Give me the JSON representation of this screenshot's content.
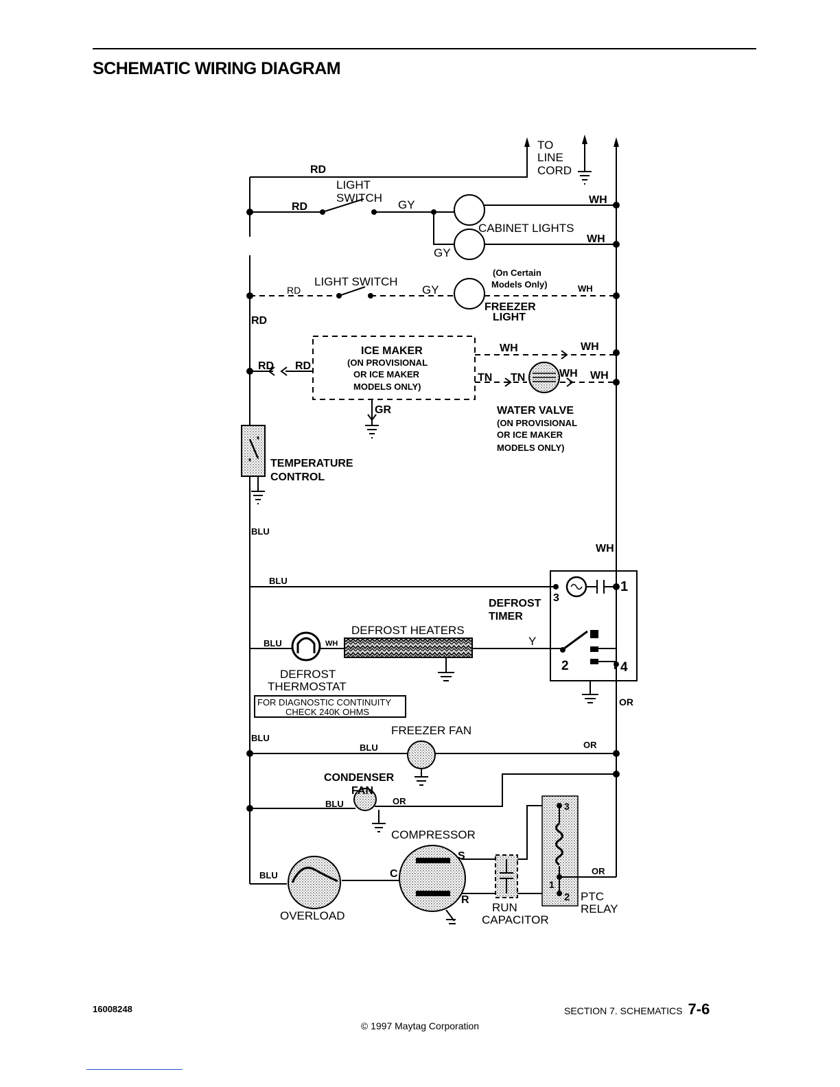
{
  "page": {
    "title": "SCHEMATIC WIRING DIAGRAM",
    "doc_number": "16008248",
    "section": "SECTION 7.  SCHEMATICS",
    "page_number": "7-6",
    "copyright": "© 1997 Maytag Corporation"
  },
  "diagram": {
    "wire_colors": {
      "rd": "RD",
      "gy": "GY",
      "wh": "WH",
      "blu": "BLU",
      "or": "OR",
      "tn": "TN",
      "gr": "GR",
      "y": "Y"
    },
    "line_cord": [
      "TO",
      "LINE",
      "CORD"
    ],
    "light_switch": [
      "LIGHT",
      "SWITCH"
    ],
    "cabinet_lights": "CABINET LIGHTS",
    "freezer_light_switch": "LIGHT SWITCH",
    "freezer_light_note": [
      "(On Certain",
      "Models Only)"
    ],
    "freezer_light": [
      "FREEZER",
      "LIGHT"
    ],
    "ice_maker": {
      "name": "ICE MAKER",
      "note": [
        "(ON PROVISIONAL",
        "OR ICE MAKER",
        "MODELS ONLY)"
      ]
    },
    "water_valve": {
      "name": "WATER VALVE",
      "note": [
        "(ON PROVISIONAL",
        "OR ICE MAKER",
        "MODELS ONLY)"
      ]
    },
    "temperature_control": [
      "TEMPERATURE",
      "CONTROL"
    ],
    "defrost_timer": {
      "name": [
        "DEFROST",
        "TIMER"
      ],
      "terminals": [
        "1",
        "2",
        "3",
        "4"
      ]
    },
    "defrost_heaters": "DEFROST HEATERS",
    "defrost_thermostat": [
      "DEFROST",
      "THERMOSTAT"
    ],
    "diagnostic_note": [
      "FOR DIAGNOSTIC CONTINUITY",
      "CHECK 240K OHMS"
    ],
    "freezer_fan": "FREEZER FAN",
    "condenser_fan": [
      "CONDENSER",
      "FAN"
    ],
    "compressor": {
      "name": "COMPRESSOR",
      "terminals": [
        "C",
        "S",
        "R"
      ]
    },
    "overload": "OVERLOAD",
    "run_capacitor": [
      "RUN",
      "CAPACITOR"
    ],
    "ptc_relay": {
      "name": [
        "PTC",
        "RELAY"
      ],
      "terminals": [
        "3",
        "1",
        "2"
      ]
    },
    "colors": {
      "ink": "#000000",
      "shade": "#b8b8b8",
      "paper": "#ffffff"
    }
  }
}
